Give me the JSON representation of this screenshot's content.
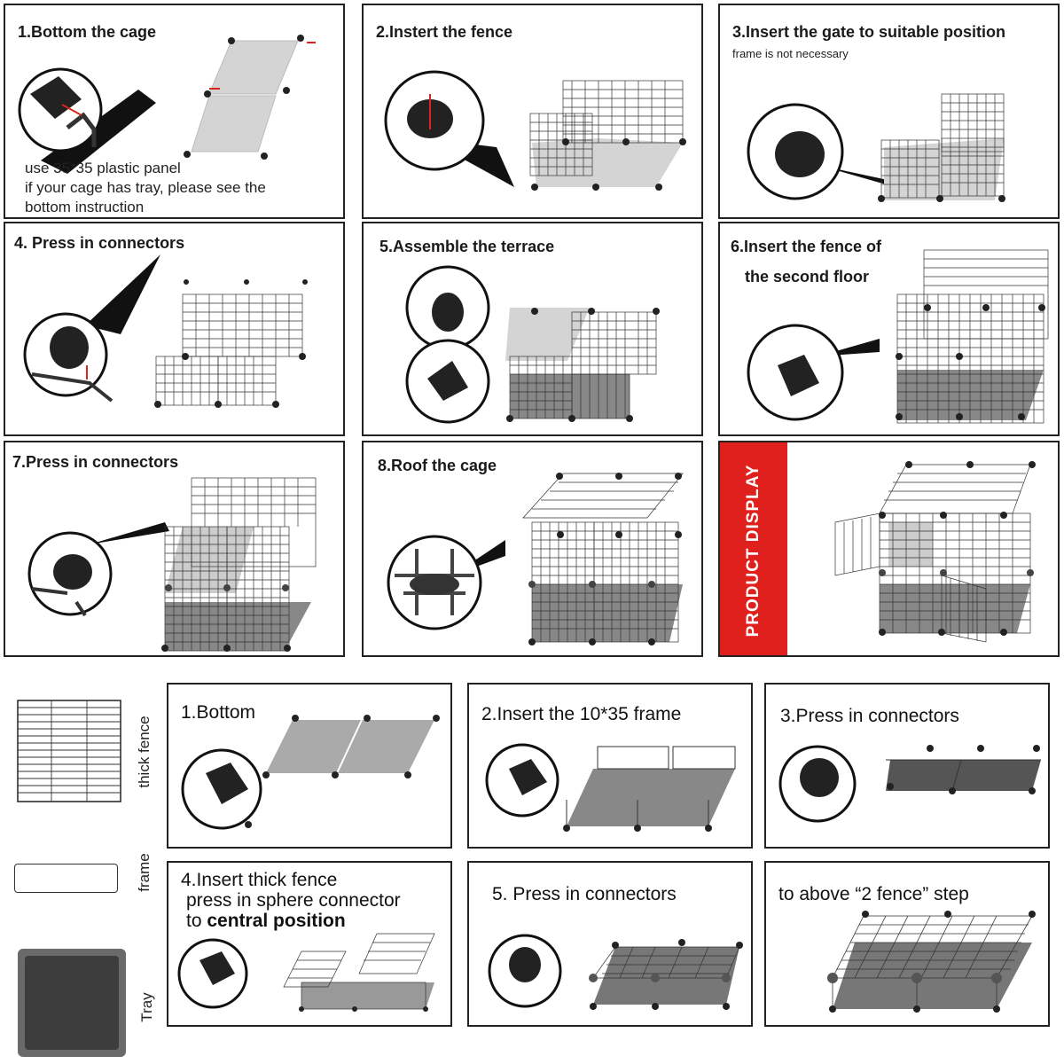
{
  "steps": [
    {
      "title": "1.Bottom the cage",
      "notes": [
        "use 35*35 plastic panel",
        "if your cage has tray, please see the",
        "bottom instruction"
      ]
    },
    {
      "title": "2.Instert the fence"
    },
    {
      "title": "3.Insert the gate to suitable position",
      "subtitle": "frame is not necessary"
    },
    {
      "title": "4. Press in connectors"
    },
    {
      "title": "5.Assemble the terrace"
    },
    {
      "title_line1": "6.Insert the fence of",
      "title_line2": "the second floor"
    },
    {
      "title": "7.Press in connectors"
    },
    {
      "title": "8.Roof the cage"
    }
  ],
  "display_label": "PRODUCT DISPLAY",
  "parts": {
    "thick_fence": "thick fence",
    "frame": "frame",
    "tray": "Tray"
  },
  "tray_steps": [
    {
      "title": "1.Bottom"
    },
    {
      "title": "2.Insert the 10*35 frame"
    },
    {
      "title": "3.Press in connectors"
    },
    {
      "line1": "4.Insert thick fence",
      "line2": "press in sphere connector",
      "line3_prefix": "to ",
      "line3_bold": "central position"
    },
    {
      "title": "5. Press in connectors"
    },
    {
      "title": "to above “2 fence” step"
    }
  ],
  "colors": {
    "accent_red": "#e0201c",
    "arrow_red": "#d9261c",
    "panel_gray": "#d4d4d4",
    "tray_gray": "#555555"
  }
}
